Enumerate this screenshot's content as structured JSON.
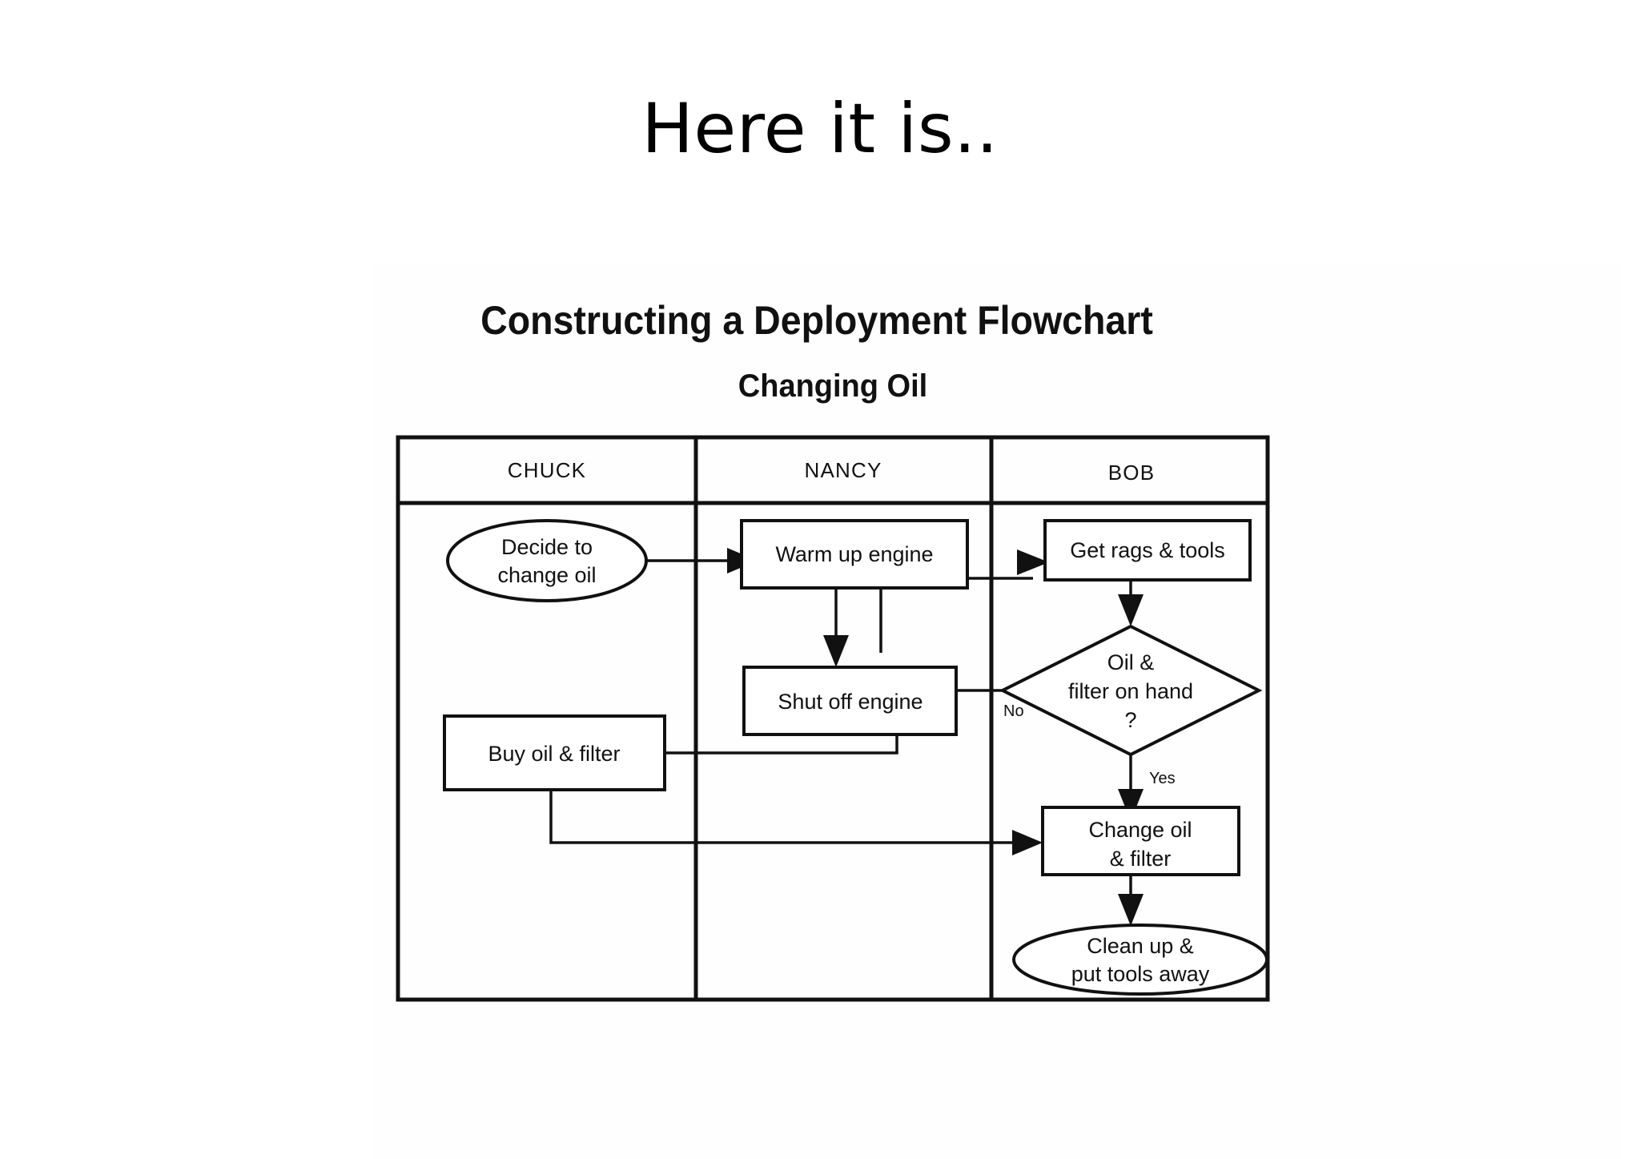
{
  "slide": {
    "title": "Here it is.."
  },
  "figure": {
    "heading": "Constructing a Deployment Flowchart",
    "subheading": "Changing Oil",
    "lanes": [
      {
        "id": "chuck",
        "label": "CHUCK"
      },
      {
        "id": "nancy",
        "label": "NANCY"
      },
      {
        "id": "bob",
        "label": "BOB"
      }
    ],
    "nodes": [
      {
        "id": "decide-change-oil",
        "lane": "chuck",
        "shape": "ellipse",
        "line1": "Decide to",
        "line2": "change oil"
      },
      {
        "id": "warm-up-engine",
        "lane": "nancy",
        "shape": "rect",
        "line1": "Warm up engine",
        "line2": ""
      },
      {
        "id": "get-rags-tools",
        "lane": "bob",
        "shape": "rect",
        "line1": "Get rags & tools",
        "line2": ""
      },
      {
        "id": "shut-off-engine",
        "lane": "nancy",
        "shape": "rect",
        "line1": "Shut off engine",
        "line2": ""
      },
      {
        "id": "oil-filter-on-hand",
        "lane": "bob",
        "shape": "diamond",
        "line1": "Oil &",
        "line2": "filter on hand",
        "line3": "?"
      },
      {
        "id": "buy-oil-filter",
        "lane": "chuck",
        "shape": "rect",
        "line1": "Buy oil & filter",
        "line2": ""
      },
      {
        "id": "change-oil-filter",
        "lane": "bob",
        "shape": "rect",
        "line1": "Change oil",
        "line2": "& filter"
      },
      {
        "id": "clean-up",
        "lane": "bob",
        "shape": "ellipse",
        "line1": "Clean up &",
        "line2": "put tools away"
      }
    ],
    "edge_labels": {
      "no": "No",
      "yes": "Yes"
    },
    "colors": {
      "stroke": "#111111",
      "fill": "#ffffff",
      "background": "#ffffff"
    }
  }
}
